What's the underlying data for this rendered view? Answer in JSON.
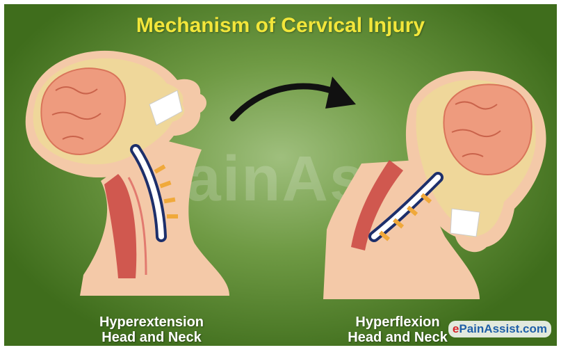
{
  "title": "Mechanism of Cervical Injury",
  "watermark": "ePainAssist",
  "captions": {
    "left_line1": "Hyperextension",
    "left_line2": "Head and Neck",
    "right_line1": "Hyperflexion",
    "right_line2": "Head and Neck"
  },
  "logo": {
    "e": "e",
    "rest": "PainAssist.com"
  },
  "colors": {
    "title": "#f2e63a",
    "skin": "#f4c9a8",
    "skull": "#efd79a",
    "brain": "#ee9b7e",
    "muscle": "#c9443f",
    "spine": "#1d2f6b",
    "arrow": "#111111"
  }
}
